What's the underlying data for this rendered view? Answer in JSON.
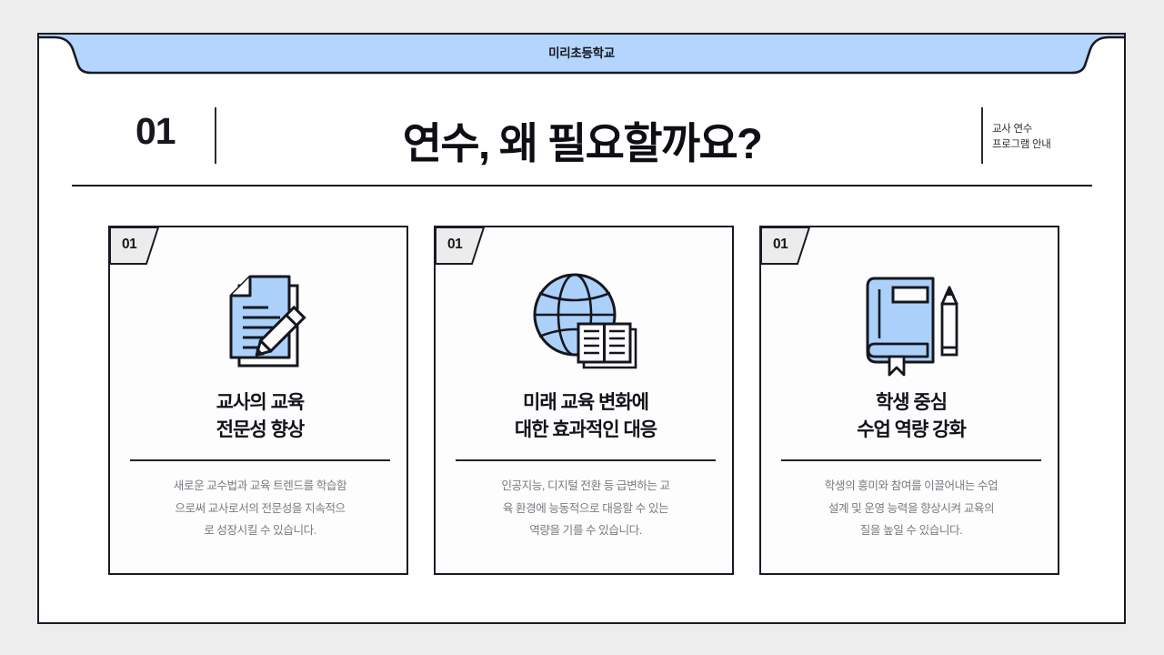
{
  "banner": {
    "school_name": "미리초등학교",
    "fill_color": "#b4d5fd",
    "stroke_color": "#1a1a24"
  },
  "header": {
    "slide_number": "01",
    "title": "연수, 왜 필요할까요?",
    "aside_line1": "교사 연수",
    "aside_line2": "프로그램 안내"
  },
  "theme": {
    "page_background": "#ededed",
    "frame_background": "#ffffff",
    "ink": "#17171f",
    "icon_blue": "#abd1fb",
    "tab_gray": "#ececec",
    "body_gray": "#7a7a82"
  },
  "cards": [
    {
      "tab_number": "01",
      "icon": "document-pencil-icon",
      "title_line1": "교사의 교육",
      "title_line2": "전문성 향상",
      "body_line1": "새로운 교수법과 교육 트렌드를 학습함",
      "body_line2": "으로써 교사로서의 전문성을 지속적으",
      "body_line3": "로 성장시킬 수 있습니다."
    },
    {
      "tab_number": "01",
      "icon": "globe-book-icon",
      "title_line1": "미래 교육 변화에",
      "title_line2": "대한 효과적인 대응",
      "body_line1": "인공지능, 디지털 전환 등 급변하는 교",
      "body_line2": "육 환경에 능동적으로 대응할 수 있는",
      "body_line3": "역량을 기를 수 있습니다."
    },
    {
      "tab_number": "01",
      "icon": "book-pencil-icon",
      "title_line1": "학생 중심",
      "title_line2": "수업 역량 강화",
      "body_line1": "학생의 흥미와 참여를 이끌어내는 수업",
      "body_line2": "설계 및 운영 능력을 향상시켜 교육의",
      "body_line3": "질을 높일 수 있습니다."
    }
  ]
}
